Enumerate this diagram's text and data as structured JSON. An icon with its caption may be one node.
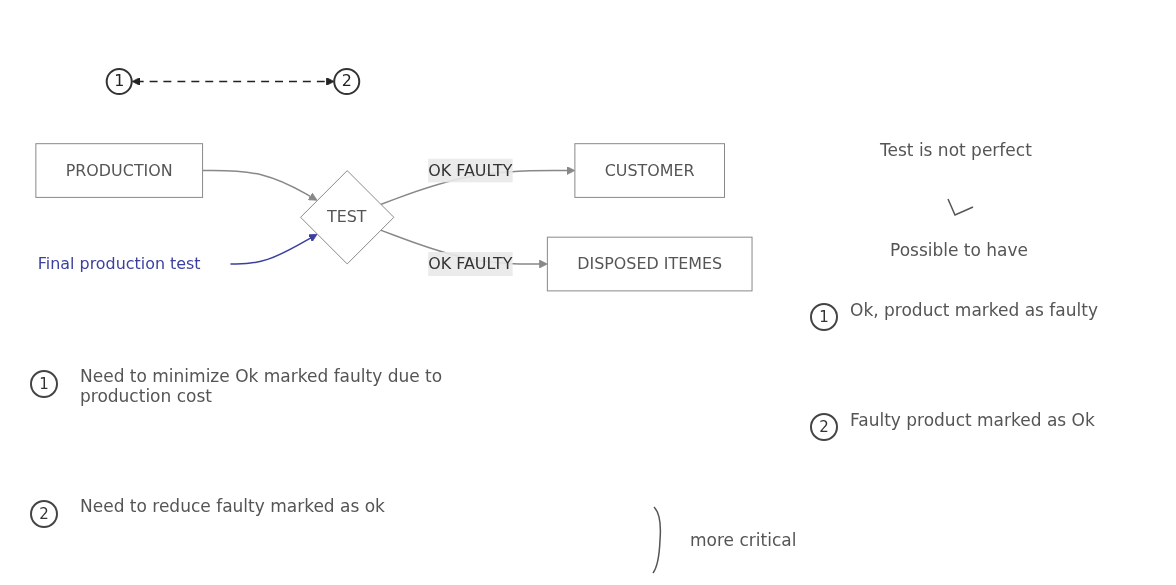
{
  "diagram": {
    "nodes": [
      {
        "text": [
          "2"
        ]
      },
      {
        "text": [
          "PRODUCTION"
        ]
      },
      {
        "text": [
          "TEST"
        ]
      },
      {
        "text": [
          "CUSTOMER"
        ]
      },
      {
        "text": [
          "Final production test"
        ]
      },
      {
        "text": [
          "1"
        ]
      },
      {
        "text": [
          "DISPOSED ITEMES"
        ]
      }
    ],
    "edges": [
      {
        "from": 1,
        "to": 2,
        "arrow": "to"
      },
      {
        "from": 2,
        "to": 3,
        "arrow": "to",
        "label": "OK FAULTY"
      },
      {
        "from": 4,
        "to": 2,
        "arrow": "to",
        "color": "#3b3fa0"
      },
      {
        "from": 2,
        "to": 6,
        "arrow": "to",
        "label": "OK FAULTY"
      },
      {
        "from": 5,
        "to": 0,
        "arrow": "both",
        "style": "dashed",
        "color": "#222222"
      }
    ],
    "labels": [
      "Test is not perfect",
      "Possible to have",
      "1",
      "Ok, product marked as faulty",
      "2",
      "Faulty product marked as Ok",
      "1",
      "Need to minimize Ok marked faulty due to production cost",
      "2",
      "Need to reduce faulty marked as ok",
      "more critical"
    ]
  }
}
